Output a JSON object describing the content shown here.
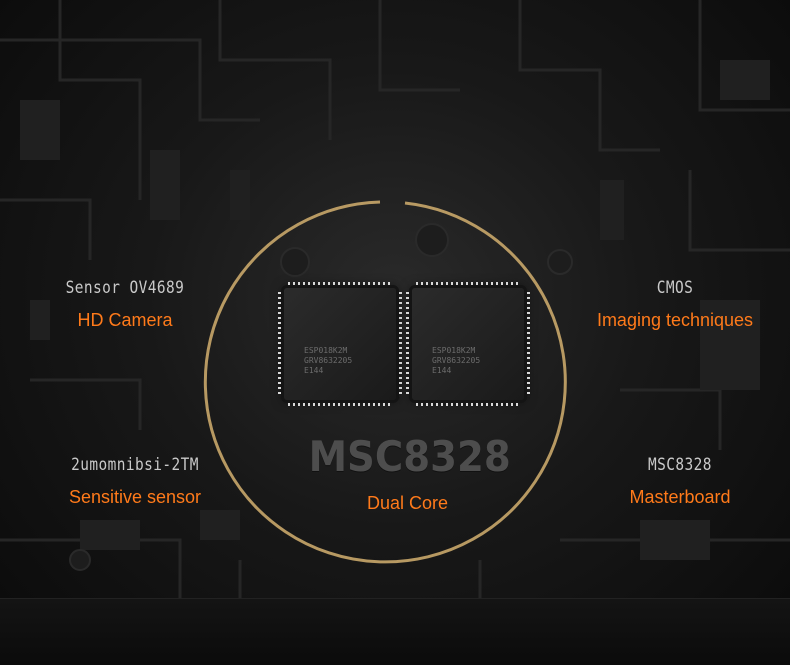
{
  "features": [
    {
      "title": "Sensor  OV4689",
      "subtitle": "HD Camera"
    },
    {
      "title": "CMOS",
      "subtitle": "Imaging techniques"
    },
    {
      "title": "2umomnibsi-2TM",
      "subtitle": "Sensitive sensor"
    },
    {
      "title": "MSC8328",
      "subtitle": "Masterboard"
    }
  ],
  "center": {
    "title": "MSC8328",
    "subtitle": "Dual Core"
  },
  "chips": [
    {
      "marking": "ESP018K2M\nGRV8632205\nE144"
    },
    {
      "marking": "ESP018K2M\nGRV8632205\nE144"
    }
  ],
  "colors": {
    "accent": "#ff7a1a",
    "ring": "#c9a76a",
    "label": "#c9c9c9"
  }
}
